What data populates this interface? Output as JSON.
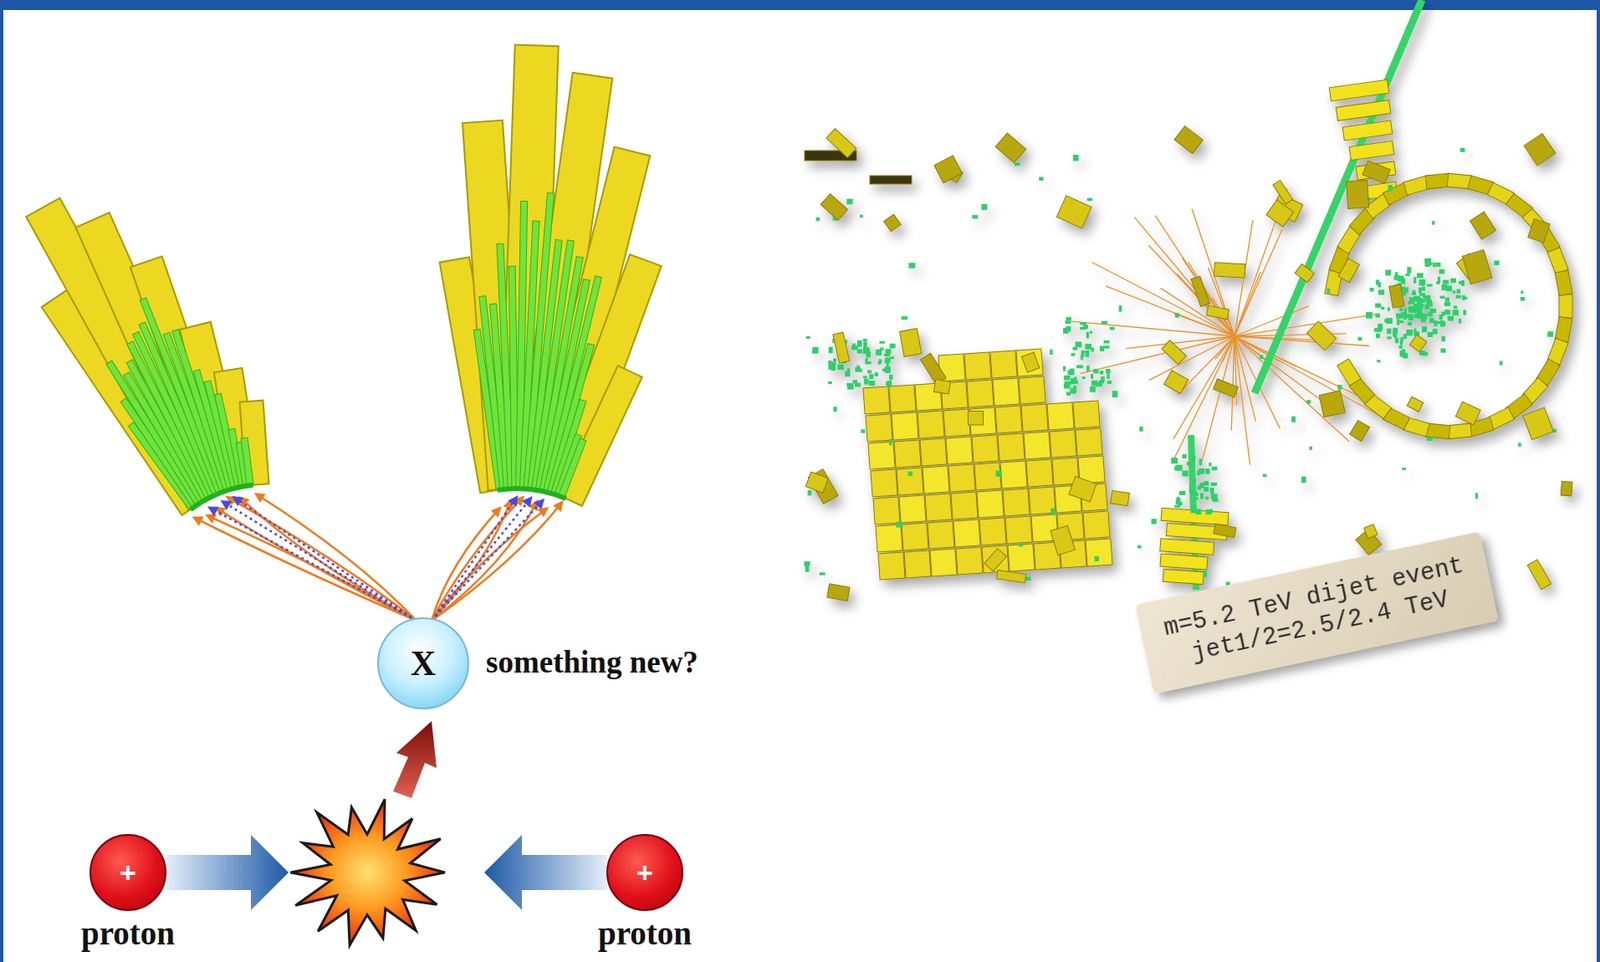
{
  "diagram": {
    "nodes": [
      {
        "text": [
          "X",
          "something new?"
        ]
      },
      {
        "text": [
          "m=5.2 TeV dijet event",
          "jet1/2=2.5/2.4 TeV"
        ]
      },
      {
        "text": [
          "+",
          "proton"
        ]
      },
      {
        "text": [
          "+",
          "proton"
        ]
      }
    ]
  }
}
